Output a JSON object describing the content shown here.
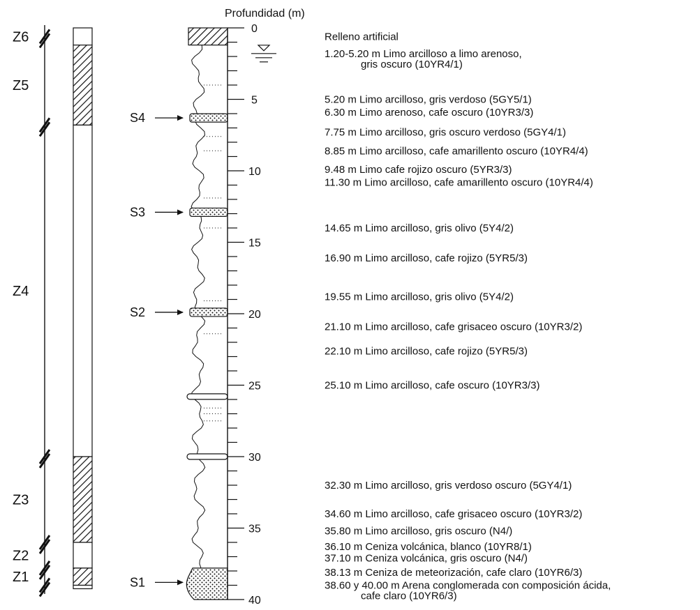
{
  "axis": {
    "title": "Profundidad (m)",
    "min": 0,
    "max": 40,
    "major_step": 5,
    "minor_step": 1,
    "tick_labels": [
      "0",
      "5",
      "10",
      "15",
      "20",
      "25",
      "30",
      "35",
      "40"
    ]
  },
  "water_table_depth": 1.6,
  "zones": [
    {
      "id": "Z6",
      "label": "Z6",
      "top": 0,
      "bottom": 1.2,
      "hatched": false
    },
    {
      "id": "Z5",
      "label": "Z5",
      "top": 1.2,
      "bottom": 6.8,
      "hatched": true
    },
    {
      "id": "Z4",
      "label": "Z4",
      "top": 6.8,
      "bottom": 30.0,
      "hatched": false
    },
    {
      "id": "Z3",
      "label": "Z3",
      "top": 30.0,
      "bottom": 36.0,
      "hatched": true
    },
    {
      "id": "Z2",
      "label": "Z2",
      "top": 36.0,
      "bottom": 37.8,
      "hatched": false
    },
    {
      "id": "Z1",
      "label": "Z1",
      "top": 37.8,
      "bottom": 39.0,
      "hatched": true
    }
  ],
  "zone_breaks": [
    0.6,
    6.8,
    30.0,
    36.0,
    37.8,
    39.0
  ],
  "samples": [
    {
      "label": "S4",
      "depth": 6.3
    },
    {
      "label": "S3",
      "depth": 12.9
    },
    {
      "label": "S2",
      "depth": 19.9
    },
    {
      "label": "S1",
      "depth": 38.8
    }
  ],
  "layers": [
    {
      "depth": 0,
      "pattern": "hatch"
    },
    {
      "depth": 6.3,
      "pattern": "dots"
    },
    {
      "depth": 12.9,
      "pattern": "dots"
    },
    {
      "depth": 19.9,
      "pattern": "dots"
    },
    {
      "depth": 25.8,
      "pattern": "band"
    },
    {
      "depth": 30.0,
      "pattern": "band"
    },
    {
      "depth": 38.8,
      "pattern": "dots"
    }
  ],
  "descriptions": [
    {
      "depth": 0.6,
      "lines": [
        "Relleno artificial"
      ]
    },
    {
      "depth": 1.8,
      "lines": [
        "1.20-5.20 m Limo arcilloso a limo arenoso,",
        "gris oscuro (10YR4/1)"
      ]
    },
    {
      "depth": 5.0,
      "lines": [
        "5.20 m Limo arcilloso, gris verdoso (5GY5/1)"
      ]
    },
    {
      "depth": 5.9,
      "lines": [
        "6.30 m Limo arenoso, cafe oscuro (10YR3/3)"
      ]
    },
    {
      "depth": 7.3,
      "lines": [
        "7.75 m Limo arcilloso, gris oscuro verdoso (5GY4/1)"
      ]
    },
    {
      "depth": 8.6,
      "lines": [
        "8.85 m Limo arcilloso, cafe amarillento oscuro (10YR4/4)"
      ]
    },
    {
      "depth": 9.9,
      "lines": [
        "9.48 m Limo cafe rojizo oscuro (5YR3/3)"
      ]
    },
    {
      "depth": 10.8,
      "lines": [
        "11.30 m Limo arcilloso, cafe amarillento oscuro (10YR4/4)"
      ]
    },
    {
      "depth": 14.0,
      "lines": [
        "14.65 m Limo arcilloso, gris olivo (5Y4/2)"
      ]
    },
    {
      "depth": 16.1,
      "lines": [
        "16.90 m Limo arcilloso, cafe rojizo (5YR5/3)"
      ]
    },
    {
      "depth": 18.8,
      "lines": [
        "19.55 m Limo arcilloso, gris olivo (5Y4/2)"
      ]
    },
    {
      "depth": 20.9,
      "lines": [
        "21.10 m Limo arcilloso, cafe grisaceo oscuro (10YR3/2)"
      ]
    },
    {
      "depth": 22.6,
      "lines": [
        "22.10 m Limo arcilloso, cafe rojizo (5YR5/3)"
      ]
    },
    {
      "depth": 25.0,
      "lines": [
        "25.10 m Limo arcilloso, cafe oscuro (10YR3/3)"
      ]
    },
    {
      "depth": 32.0,
      "lines": [
        "32.30 m Limo arcilloso, gris verdoso oscuro (5GY4/1)"
      ]
    },
    {
      "depth": 34.0,
      "lines": [
        "34.60 m Limo arcilloso, cafe grisaceo oscuro (10YR3/2)"
      ]
    },
    {
      "depth": 35.2,
      "lines": [
        "35.80 m Limo arcilloso, gris oscuro (N4/)"
      ]
    },
    {
      "depth": 36.3,
      "lines": [
        "36.10 m Ceniza volcánica, blanco (10YR8/1)"
      ]
    },
    {
      "depth": 37.1,
      "lines": [
        "37.10 m Ceniza volcánica, gris oscuro (N4/)"
      ]
    },
    {
      "depth": 38.1,
      "lines": [
        "38.13 m Ceniza de meteorización, cafe claro (10YR6/3)"
      ]
    },
    {
      "depth": 39.0,
      "lines": [
        "38.60 y 40.00 m Arena conglomerada con composición ácida,",
        "cafe claro (10YR6/3)"
      ]
    }
  ]
}
